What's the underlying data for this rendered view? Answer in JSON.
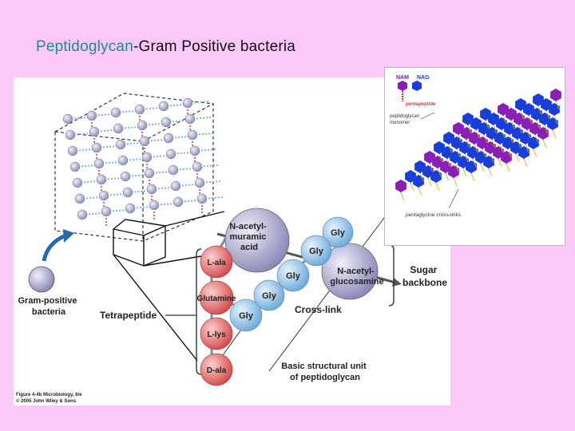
{
  "slide": {
    "title_accent": "Peptidoglycan",
    "title_rest": "-Gram Positive bacteria"
  },
  "figure": {
    "muramic": [
      "N-acetyl-",
      "muramic",
      "acid"
    ],
    "glucosamine": [
      "N-acetyl-",
      "glucosamine"
    ],
    "peptide": [
      "L-ala",
      "Glutamine",
      "L-lys",
      "D-ala"
    ],
    "gly": [
      "Gly",
      "Gly",
      "Gly",
      "Gly",
      "Gly"
    ],
    "sugar_backbone": [
      "Sugar",
      "backbone"
    ],
    "cross_link": "Cross-link",
    "tetrapeptide": "Tetrapeptide",
    "gram_positive": [
      "Gram-positive",
      "bacteria"
    ],
    "basic_unit": [
      "Basic structural unit",
      "of peptidoglycan"
    ],
    "caption": [
      "Figure 4-4b Microbiology, 6/e",
      "© 2005 John Wiley & Sons"
    ]
  },
  "inset": {
    "nam": "NAM",
    "nag": "NAG",
    "pentapeptide": "pentapeptide",
    "monomer": [
      "peptidoglycan",
      "monomer"
    ],
    "cross_links": "pentaglycine cross-links"
  },
  "colors": {
    "background": "#fbc8f8",
    "accent": "#1f8a8a",
    "lattice_sphere": "#a9a6c8",
    "peptide_red": "#e06464",
    "gly_blue": "#8cc0e4",
    "nam_purple": "#8a1fb8",
    "nag_blue": "#1a3fd8"
  }
}
